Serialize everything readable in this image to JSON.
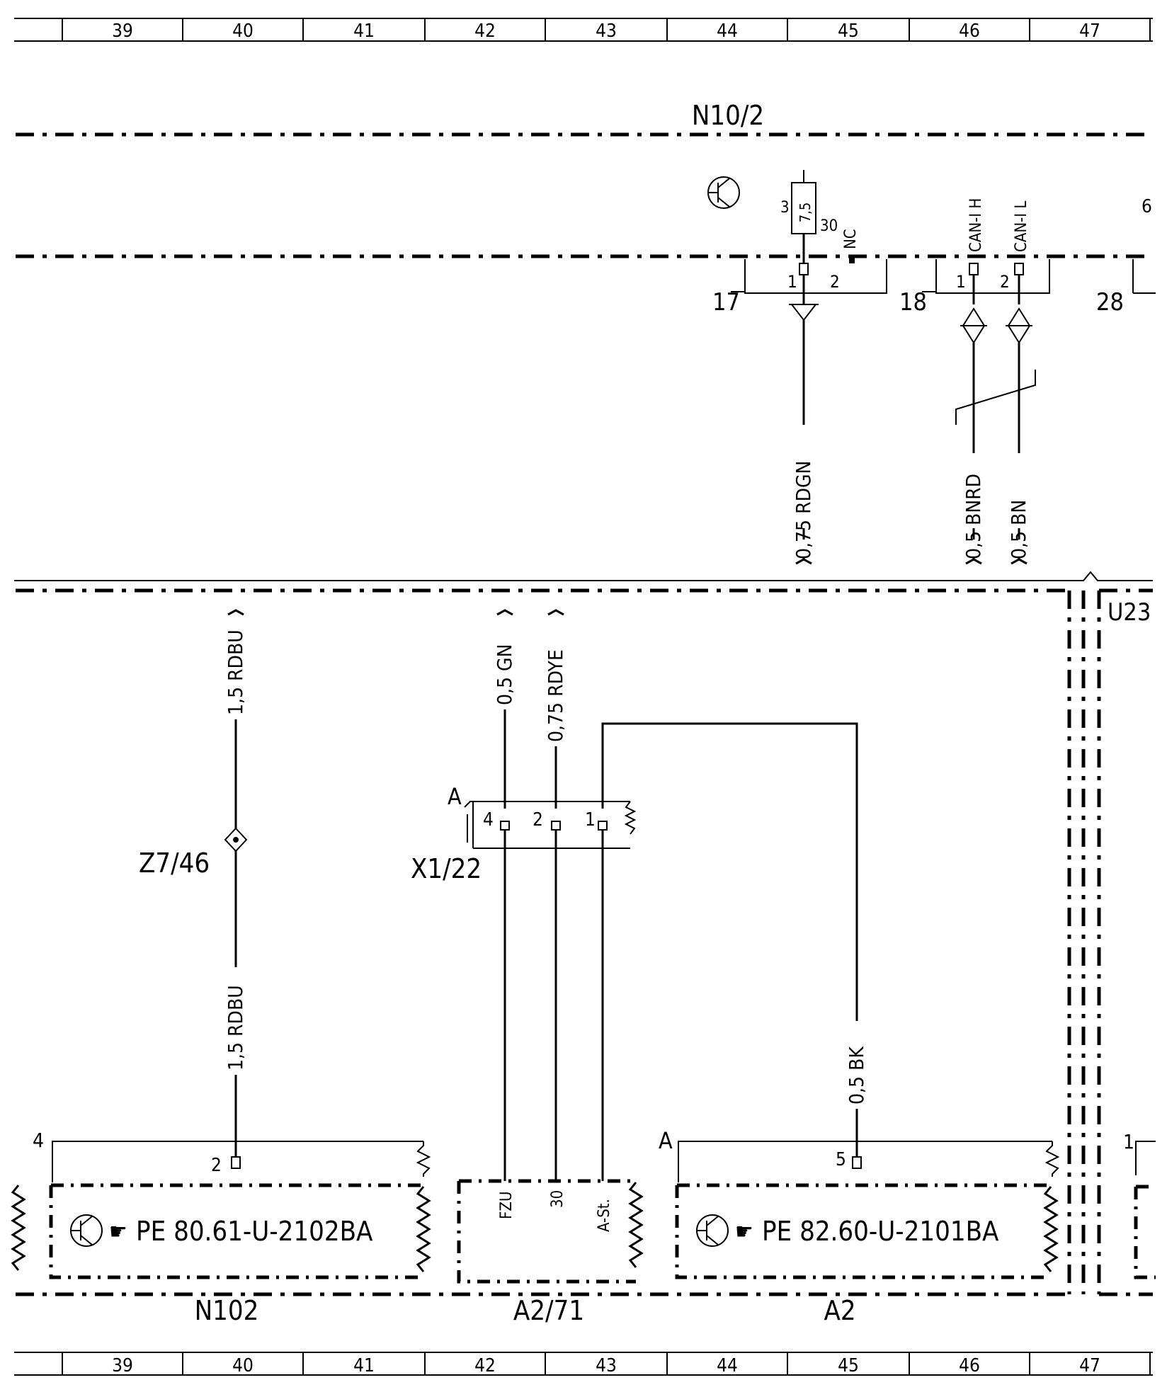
{
  "grid": {
    "columns": [
      "39",
      "40",
      "41",
      "42",
      "43",
      "44",
      "45",
      "46",
      "47"
    ]
  },
  "zones": {
    "top_component": "N10/2",
    "right_component": "U23"
  },
  "n10_2": {
    "fuse_value": "7,5",
    "fuse_pin_left": "3",
    "fuse_pin_right": "30",
    "nc_label": "NC",
    "pin_6": "6",
    "connector_17": {
      "id": "17",
      "pin1": "1",
      "pin2": "2"
    },
    "connector_18": {
      "id": "18",
      "pin1": "1",
      "pin2": "2"
    },
    "connector_28": {
      "id": "28"
    },
    "can_h": "CAN-I H",
    "can_l": "CAN-I L"
  },
  "wires": {
    "w_rdgn": "0,75 RDGN",
    "w_bnrd": "0,5 BNRD",
    "w_bn": "0,5 BN",
    "w_rdbu_top": "1,5 RDBU",
    "w_gn": "0,5 GN",
    "w_rdye": "0,75 RDYE",
    "w_rdbu_bottom": "1,5 RDBU",
    "w_bk": "0,5 BK"
  },
  "z7_46": {
    "label": "Z7/46"
  },
  "x1_22": {
    "label": "X1/22",
    "prefix": "A",
    "pin4": "4",
    "pin2": "2",
    "pin1": "1"
  },
  "n102": {
    "label": "N102",
    "ref": "PE 80.61-U-2102BA",
    "connector_id": "4",
    "pin": "2"
  },
  "a2_71": {
    "label": "A2/71",
    "pin_fzu": "FZU",
    "pin_30": "30",
    "pin_ast": "A-St."
  },
  "a2": {
    "label": "A2",
    "ref": "PE 82.60-U-2101BA",
    "connector_id": "A",
    "pin": "5"
  },
  "right_partial": {
    "connector_id": "1"
  }
}
